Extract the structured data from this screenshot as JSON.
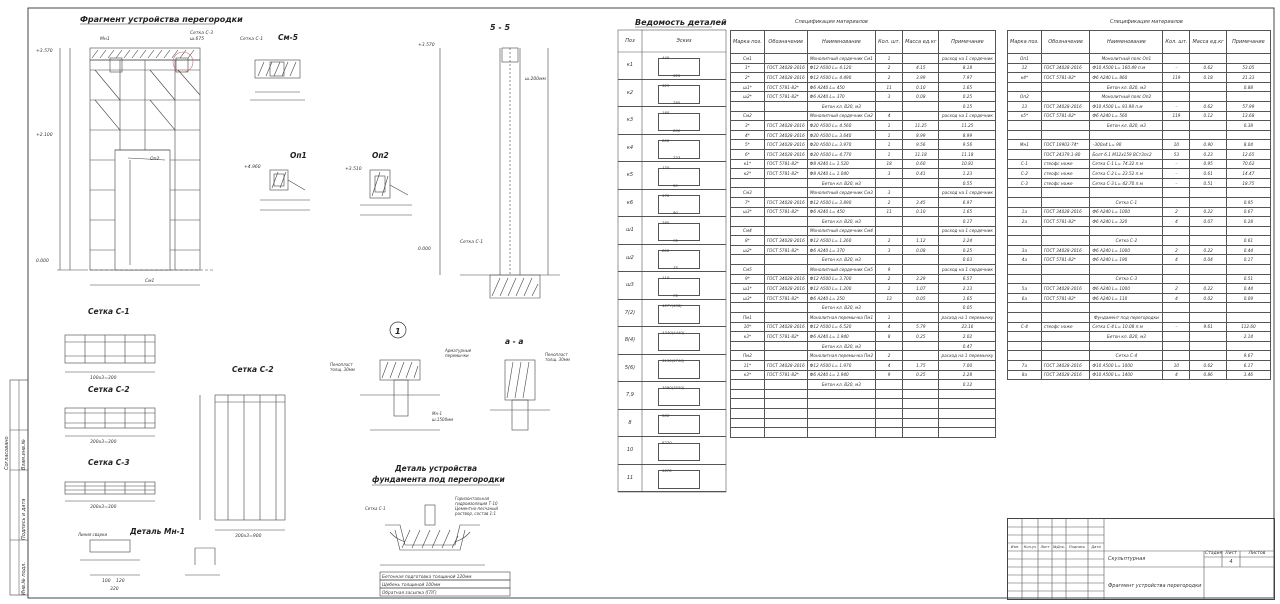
{
  "drawing": {
    "titles": {
      "fragment": "Фрагмент устройства перегородки",
      "section55": "5 - 5",
      "cm5": "См-5",
      "on1": "Оп1",
      "on2": "Оп2",
      "setkaC1": "Сетка С-1",
      "setkaC2": "Сетка С-2",
      "setkaC3": "Сетка С-3",
      "detailMn1": "Деталь Мн-1",
      "detailFound": "Деталь устройства",
      "detailFound2": "фундамента под перегородки",
      "sectionAA": "а - а",
      "node1": "1"
    },
    "labels": {
      "lev1": "+3.570",
      "lev2": "+2.100",
      "lev3": "0.000",
      "lev4": "+3.570",
      "lev5": "0.000",
      "lev6": "+4.960",
      "lev7": "+3.510",
      "setkaC3note": "Сетка С-3",
      "setkaC3note2": "ш.675",
      "mn1": "Мн1",
      "op2": "Оп2",
      "cm1": "См1",
      "setkaC1a": "Сетка С-1",
      "dims1": "100x3=300",
      "dims2": "300x3=300",
      "dims3": "300x3=300",
      "dims4": "300x3=900",
      "lineSvar": "Линия сварки",
      "d100": "100",
      "d120": "120",
      "d320": "320",
      "bet1": "Бетонная подготовка толщиной 120мм",
      "bet2": "Щебень толщиной 100мм",
      "bet3": "Обратная засыпка (ГПГ)",
      "gor1": "Горизонтальная",
      "gor2": "гидроизоляция Т-10",
      "gor3": "Цементно-песчаный",
      "gor4": "раствор, состав 1:1",
      "armN": "Арматурные",
      "armN2": "перемычки",
      "pen1": "Пенопласт",
      "pen2": "толщ. 30мм",
      "sh200": "ш.200мм",
      "ck1": "Сетка С-1",
      "mn1b": "Мн-1",
      "ship": "ш.1500мм"
    },
    "vertical_stamp": {
      "a": "Согласовано",
      "b": "Инв.№ подл.",
      "c": "Подпись и дата",
      "d": "Взам.инв.№"
    }
  },
  "vedomost": {
    "title": "Ведомость деталей",
    "headers": [
      "Поз",
      "Эскиз"
    ],
    "rows": [
      {
        "pos": "к1",
        "sketch": "440",
        "dim2": "320"
      },
      {
        "pos": "к2",
        "sketch": "323",
        "dim2": "285"
      },
      {
        "pos": "к3",
        "sketch": "180",
        "dim2": "260"
      },
      {
        "pos": "к4",
        "sketch": "280",
        "dim2": "223"
      },
      {
        "pos": "к5",
        "sketch": "170",
        "dim2": "90"
      },
      {
        "pos": "к6",
        "sketch": "170",
        "dim2": "90"
      },
      {
        "pos": "ш1",
        "sketch": "380",
        "dim2": "75"
      },
      {
        "pos": "ш2",
        "sketch": "200",
        "dim2": "75"
      },
      {
        "pos": "ш3",
        "sketch": "110",
        "dim2": "75"
      },
      {
        "pos": "7(2)",
        "sketch": "457Y(436)",
        "dim2": ""
      },
      {
        "pos": "8(4)",
        "sketch": "4340(4440)",
        "dim2": ""
      },
      {
        "pos": "5(6)",
        "sketch": "3130(5710)",
        "dim2": ""
      },
      {
        "pos": "7,9",
        "sketch": "3590(3550)",
        "dim2": ""
      },
      {
        "pos": "8",
        "sketch": "960",
        "dim2": ""
      },
      {
        "pos": "10",
        "sketch": "6220",
        "dim2": ""
      },
      {
        "pos": "11",
        "sketch": "1570",
        "dim2": ""
      }
    ]
  },
  "spec1": {
    "title": "Спецификация материалов",
    "headers": [
      "Марка поз.",
      "Обозначение",
      "Наименование",
      "Кол. шт.",
      "Масса ед.кг",
      "Примечание"
    ],
    "rows": [
      [
        "См1",
        "",
        "Монолитный сердечник См1",
        "1",
        "",
        "расход на 1 сердечник"
      ],
      [
        "1*",
        "ГОСТ 34028-2016",
        "Ф12 А500      L= 4.120",
        "2",
        "4.15",
        "8.18"
      ],
      [
        "2*",
        "ГОСТ 34028-2016",
        "Ф12 А500      L= 4.490",
        "2",
        "3.99",
        "7.97"
      ],
      [
        "ш1*",
        "ГОСТ 5781-82*",
        "Ф6 А240      L= 450",
        "11",
        "0.10",
        "1.65"
      ],
      [
        "ш2*",
        "ГОСТ 5781-82*",
        "Ф6 А240      L= 370",
        "3",
        "0.08",
        "0.25"
      ],
      [
        "",
        "",
        "Бетон кл. В20, м3",
        "",
        "",
        "0.15"
      ],
      [
        "См2",
        "",
        "Монолитный сердечник См2",
        "4",
        "",
        "расход на 1 сердечник"
      ],
      [
        "3*",
        "ГОСТ 34028-2016",
        "Ф20 А500      L= 4.560",
        "1",
        "11.25",
        "11.25"
      ],
      [
        "4*",
        "ГОСТ 34028-2016",
        "Ф20 А500      L= 3.640",
        "1",
        "8.99",
        "8.99"
      ],
      [
        "5*",
        "ГОСТ 34028-2016",
        "Ф20 А500      L= 3.970",
        "1",
        "9.56",
        "9.56"
      ],
      [
        "6*",
        "ГОСТ 34028-2016",
        "Ф20 А500      L= 4.770",
        "1",
        "11.18",
        "11.18"
      ],
      [
        "к1*",
        "ГОСТ 5781-82*",
        "Ф8 А240      L= 1.520",
        "18",
        "0.60",
        "10.81"
      ],
      [
        "к2*",
        "ГОСТ 5781-82*",
        "Ф8 А240      L= 1.040",
        "3",
        "0.41",
        "1.23"
      ],
      [
        "",
        "",
        "Бетон кл. В20, м3",
        "",
        "",
        "0.55"
      ],
      [
        "См3",
        "",
        "Монолитный сердечник См3",
        "3",
        "",
        "расход на 1 сердечник"
      ],
      [
        "7*",
        "ГОСТ 34028-2016",
        "Ф12 А500      L= 3.890",
        "2",
        "3.45",
        "6.97"
      ],
      [
        "ш3*",
        "ГОСТ 5781-82*",
        "Ф6 А240      L= 450",
        "11",
        "0.10",
        "1.65"
      ],
      [
        "",
        "",
        "Бетон кл. В20, м3",
        "",
        "",
        "0.17"
      ],
      [
        "См4",
        "",
        "Монолитный сердечник См4",
        "",
        "",
        "расход на 1 сердечник"
      ],
      [
        "8*",
        "ГОСТ 34028-2016",
        "Ф12 А500      L= 1.260",
        "2",
        "1.12",
        "2.24"
      ],
      [
        "ш2*",
        "ГОСТ 5781-82*",
        "Ф6 А240      L= 370",
        "3",
        "0.08",
        "0.25"
      ],
      [
        "",
        "",
        "Бетон кл. В20, м3",
        "",
        "",
        "0.03"
      ],
      [
        "См5",
        "",
        "Монолитный сердечник См5",
        "9",
        "",
        "расход на 1 сердечник"
      ],
      [
        "9*",
        "ГОСТ 34028-2016",
        "Ф12 А500      L= 3.700",
        "2",
        "3.29",
        "6.57"
      ],
      [
        "ш1*",
        "ГОСТ 34028-2016",
        "Ф12 А500      L= 1.200",
        "2",
        "1.07",
        "2.13"
      ],
      [
        "ш3*",
        "ГОСТ 5781-82*",
        "Ф6 А240      L= 250",
        "13",
        "0.05",
        "1.65"
      ],
      [
        "",
        "",
        "Бетон кл. В20, м3",
        "",
        "",
        "0.05"
      ],
      [
        "Пм1",
        "",
        "Монолитная перемычка Пм1",
        "1",
        "",
        "расход на 1 перемычку"
      ],
      [
        "10*",
        "ГОСТ 34028-2016",
        "Ф12 А500      L= 6.520",
        "4",
        "5.79",
        "23.16"
      ],
      [
        "к3*",
        "ГОСТ 5781-82*",
        "Ф6 А240      L= 1.940",
        "8",
        "0.25",
        "2.02"
      ],
      [
        "",
        "",
        "Бетон кл. В20, м3",
        "",
        "",
        "0.47"
      ],
      [
        "Пм2",
        "",
        "Монолитная перемычка Пм2",
        "2",
        "",
        "расход на 1 перемычку"
      ],
      [
        "11*",
        "ГОСТ 34028-2016",
        "Ф12 А500      L= 1.970",
        "4",
        "1.75",
        "7.00"
      ],
      [
        "к3*",
        "ГОСТ 5781-82*",
        "Ф6 А240      L= 1.940",
        "9",
        "0.25",
        "2.28"
      ],
      [
        "",
        "",
        "Бетон кл. В20, м3",
        "",
        "",
        "0.12"
      ],
      [
        "",
        "",
        "",
        "",
        "",
        ""
      ],
      [
        "",
        "",
        "",
        "",
        "",
        ""
      ],
      [
        "",
        "",
        "",
        "",
        "",
        ""
      ],
      [
        "",
        "",
        "",
        "",
        "",
        ""
      ],
      [
        "",
        "",
        "",
        "",
        "",
        ""
      ]
    ]
  },
  "spec2": {
    "title": "Спецификация материалов",
    "headers": [
      "Марка поз.",
      "Обозначение",
      "Наименование",
      "Кол. шт.",
      "Масса ед.кг",
      "Примечание"
    ],
    "rows": [
      [
        "Оп1",
        "",
        "Монолитный пояс Оп1",
        "",
        "",
        ""
      ],
      [
        "12",
        "ГОСТ 34028-2016",
        "Ф10 А500      L= 160.49 п.м",
        "–",
        "0.62",
        "53.05"
      ],
      [
        "к4*",
        "ГОСТ 5781-82*",
        "Ф6 А240      L= 860",
        "119",
        "0.18",
        "21.33"
      ],
      [
        "",
        "",
        "Бетон кл. В20, м3",
        "",
        "",
        "0.88"
      ],
      [
        "Оп2",
        "",
        "Монолитный пояс Оп2",
        "",
        "",
        ""
      ],
      [
        "13",
        "ГОСТ 34028-2016",
        "Ф10 А500      L= 93.98 п.м",
        "–",
        "0.62",
        "57.99"
      ],
      [
        "к5*",
        "ГОСТ 5781-82*",
        "Ф6 А240      L= 560",
        "119",
        "0.12",
        "13.68"
      ],
      [
        "",
        "",
        "Бетон кл. В20, м3",
        "",
        "",
        "0.38"
      ],
      [
        "",
        "",
        "",
        "",
        "",
        ""
      ],
      [
        "Мн1",
        "ГОСТ 19903-74*",
        "–300x4       L= 90",
        "10",
        "0.90",
        "8.04"
      ],
      [
        "",
        "ГОСТ 24379.1-80",
        "Болт 6.1 М12х159 ВСт3пс2",
        "53",
        "0.23",
        "12.65"
      ],
      [
        "С-1",
        "стеофс ноже",
        "Сетка С-1     L= 74.32 п.м",
        "–",
        "0.95",
        "70.62"
      ],
      [
        "С-2",
        "стеофс ноже",
        "Сетка С-2     L= 23.52 п.м",
        "–",
        "0.61",
        "14.47"
      ],
      [
        "С-3",
        "стеофс ноже",
        "Сетка С-3     L= 42.70 п.м",
        "–",
        "0.51",
        "18.75"
      ],
      [
        "",
        "",
        "",
        "",
        "",
        ""
      ],
      [
        "",
        "",
        "Сетка С-1",
        "",
        "",
        "0.95"
      ],
      [
        "1а",
        "ГОСТ 34028-2016",
        "Ф6 А240      L= 1000",
        "2",
        "0.22",
        "0.67"
      ],
      [
        "2а",
        "ГОСТ 5781-82*",
        "Ф6 А240      L= 320",
        "4",
        "0.07",
        "0.28"
      ],
      [
        "",
        "",
        "",
        "",
        "",
        ""
      ],
      [
        "",
        "",
        "Сетка С-2",
        "",
        "",
        "0.61"
      ],
      [
        "3а",
        "ГОСТ 34028-2016",
        "Ф6 А240      L= 1000",
        "2",
        "0.22",
        "0.44"
      ],
      [
        "4а",
        "ГОСТ 5781-82*",
        "Ф6 А240      L= 190",
        "4",
        "0.04",
        "0.17"
      ],
      [
        "",
        "",
        "",
        "",
        "",
        ""
      ],
      [
        "",
        "",
        "Сетка С-3",
        "",
        "",
        "0.51"
      ],
      [
        "5а",
        "ГОСТ 34028-2016",
        "Ф6 А240      L= 1000",
        "2",
        "0.22",
        "0.44"
      ],
      [
        "6а",
        "ГОСТ 5781-82*",
        "Ф6 А240      L= 110",
        "4",
        "0.02",
        "0.09"
      ],
      [
        "",
        "",
        "",
        "",
        "",
        ""
      ],
      [
        "",
        "",
        "Фундамент под перегородки",
        "",
        "",
        ""
      ],
      [
        "С-4",
        "стеофс ноже",
        "Сетка С-4     L= 10.08 п.м",
        "–",
        "9.61",
        "112.60"
      ],
      [
        "",
        "",
        "Бетон кл. В20, м3",
        "",
        "",
        "2.14"
      ],
      [
        "",
        "",
        "",
        "",
        "",
        ""
      ],
      [
        "",
        "",
        "Сетка С-4",
        "",
        "",
        "9.67"
      ],
      [
        "7а",
        "ГОСТ 34028-2016",
        "Ф10 А500      L= 1000",
        "10",
        "0.62",
        "6.17"
      ],
      [
        "8а",
        "ГОСТ 34028-2016",
        "Ф10 А500      L= 1400",
        "4",
        "0.86",
        "3.46"
      ]
    ]
  },
  "stamp": {
    "cols": [
      "Изм.",
      "Кол.уч",
      "Лист",
      "№Док.",
      "Подпись",
      "Дата"
    ],
    "name1": "Скульптурная",
    "name2": "Фрагмент устройства перегородки",
    "stage_h": "Стадия",
    "sheet_h": "Лист",
    "sheets_h": "Листов",
    "sheet_v": "4"
  }
}
